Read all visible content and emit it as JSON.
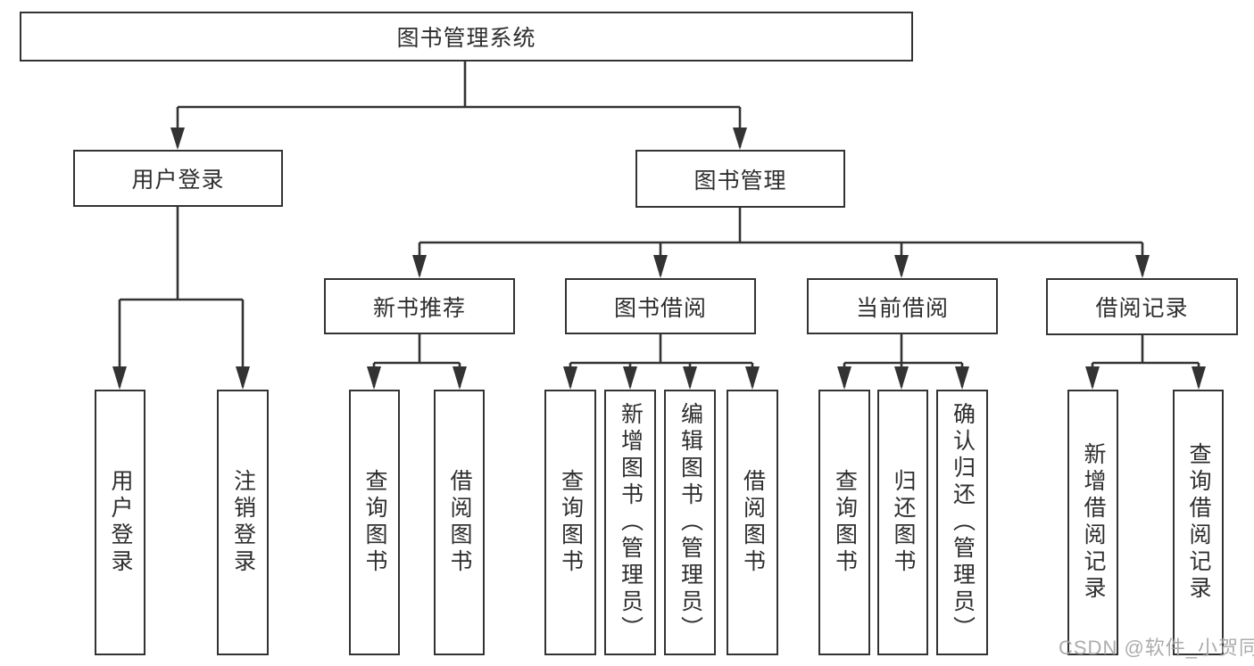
{
  "tree": {
    "label": "图书管理系统",
    "children": [
      {
        "label": "用户登录",
        "children": [
          {
            "label": "用户登录"
          },
          {
            "label": "注销登录"
          }
        ]
      },
      {
        "label": "图书管理",
        "children": [
          {
            "label": "新书推荐",
            "children": [
              {
                "label": "查询图书"
              },
              {
                "label": "借阅图书"
              }
            ]
          },
          {
            "label": "图书借阅",
            "children": [
              {
                "label": "查询图书"
              },
              {
                "label": "新增图书（管理员）"
              },
              {
                "label": "编辑图书（管理员）"
              },
              {
                "label": "借阅图书"
              }
            ]
          },
          {
            "label": "当前借阅",
            "children": [
              {
                "label": "查询图书"
              },
              {
                "label": "归还图书"
              },
              {
                "label": "确认归还（管理员）"
              }
            ]
          },
          {
            "label": "借阅记录",
            "children": [
              {
                "label": "新增借阅记录"
              },
              {
                "label": "查询借阅记录"
              }
            ]
          }
        ]
      }
    ]
  },
  "watermark": {
    "text": "CSDN @软件_小贺同学"
  },
  "colors": {
    "line": "#333333",
    "text": "#2e2e2e",
    "box_background": "#ffffff",
    "watermark": "#a5a5a5"
  }
}
